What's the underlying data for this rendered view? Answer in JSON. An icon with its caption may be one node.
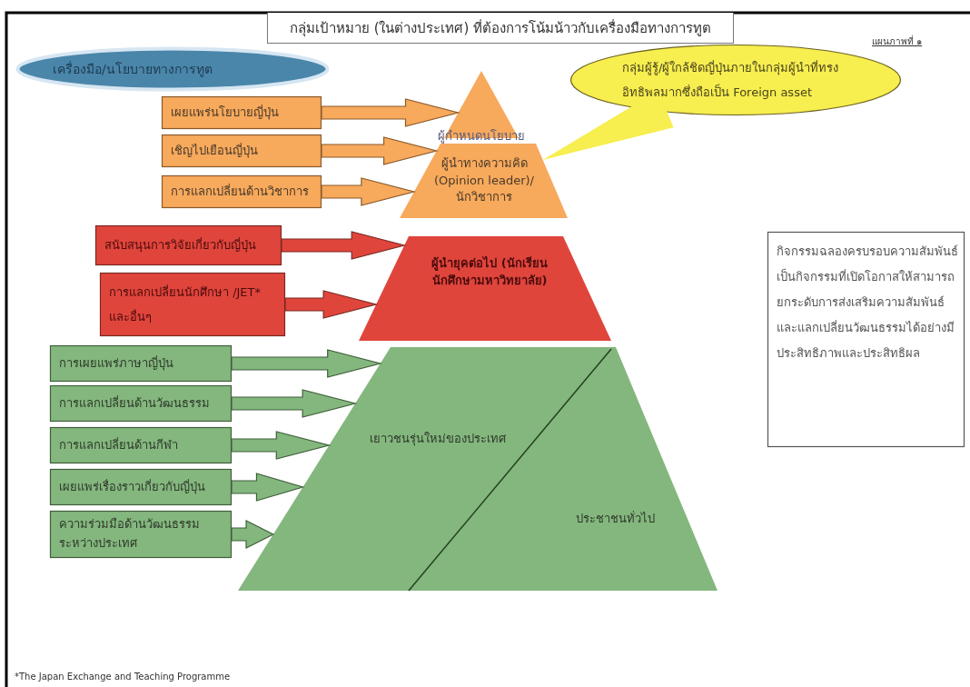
{
  "diagram": {
    "title": "กลุ่มเป้าหมาย (ในต่างประเทศ) ที่ต้องการโน้มน้าวกับเครื่องมือทางการทูต",
    "nodes": [
      {
        "text": [
          "เครื่องมือ/นโยบายทางการทูต"
        ]
      },
      {
        "text": [
          "เผยแพร่นโยบายญี่ปุ่น"
        ]
      },
      {
        "text": [
          "เชิญไปเยือนญี่ปุ่น"
        ]
      },
      {
        "text": [
          "การแลกเปลี่ยนด้านวิชาการ"
        ]
      },
      {
        "text": [
          "ผู้กำหนดนโยบาย"
        ]
      },
      {
        "text": [
          "ผู้นำทางความคิด (Opinion leader)/ นักวิชาการ"
        ]
      },
      {
        "text": [
          "กลุ่มผู้รู้/ผู้ใกล้ชิดญี่ปุ่นภายในกลุ่มผู้นำที่ทรงอิทธิพลมากซึ่งถือเป็น Foreign asset"
        ]
      },
      {
        "text": [
          "สนับสนุนการวิจัยเกี่ยวกับญี่ปุ่น"
        ]
      },
      {
        "text": [
          "การแลกเปลี่ยนนักศึกษา /JET* และอื่นๆ"
        ]
      },
      {
        "text": [
          "ผู้นำยุคต่อไป (นักเรียน นักศึกษามหาวิทยาลัย)"
        ]
      },
      {
        "text": [
          "การเผยแพร่ภาษาญี่ปุ่น"
        ]
      },
      {
        "text": [
          "การแลกเปลี่ยนด้านวัฒนธรรม"
        ]
      },
      {
        "text": [
          "การแลกเปลี่ยนด้านกีฬา"
        ]
      },
      {
        "text": [
          "เผยแพร่เรื่องราวเกี่ยวกับญี่ปุ่น"
        ]
      },
      {
        "text": [
          "ความร่วมมือด้านวัฒนธรรม ระหว่างประเทศ"
        ]
      },
      {
        "text": [
          "เยาวชนรุ่นใหม่ของประเทศ",
          "ประชาชนทั่วไป"
        ]
      },
      {
        "text": [
          "กิจกรรมฉลองครบรอบความสัมพันธ์เป็นกิจกรรมที่เปิดโอกาสให้สามารถยกระดับการส่งเสริมความสัมพันธ์และแลกเปลี่ยนวัฒนธรรมได้อย่างมีประสิทธิภาพและประสิทธิผล"
        ]
      }
    ],
    "edges": [
      {
        "from": 1,
        "to": 4,
        "arrow": "to",
        "color": "#f7a95c"
      },
      {
        "from": 2,
        "to": 5,
        "arrow": "to",
        "color": "#f7a95c"
      },
      {
        "from": 3,
        "to": 5,
        "arrow": "to",
        "color": "#f7a95c"
      },
      {
        "from": 6,
        "to": 5,
        "arrow": "none",
        "color": "#f7ee4f"
      },
      {
        "from": 7,
        "to": 9,
        "arrow": "to",
        "color": "#e0453c"
      },
      {
        "from": 8,
        "to": 9,
        "arrow": "to",
        "color": "#e0453c"
      },
      {
        "from": 10,
        "to": 15,
        "arrow": "to"
      },
      {
        "from": 11,
        "to": 15,
        "arrow": "to"
      },
      {
        "from": 12,
        "to": 15,
        "arrow": "to"
      },
      {
        "from": 13,
        "to": 15,
        "arrow": "to"
      },
      {
        "from": 14,
        "to": 15,
        "arrow": "to"
      }
    ],
    "labels": [
      "แผนภาพที่ ๑",
      "*The Japan Exchange and Teaching Programme"
    ]
  }
}
